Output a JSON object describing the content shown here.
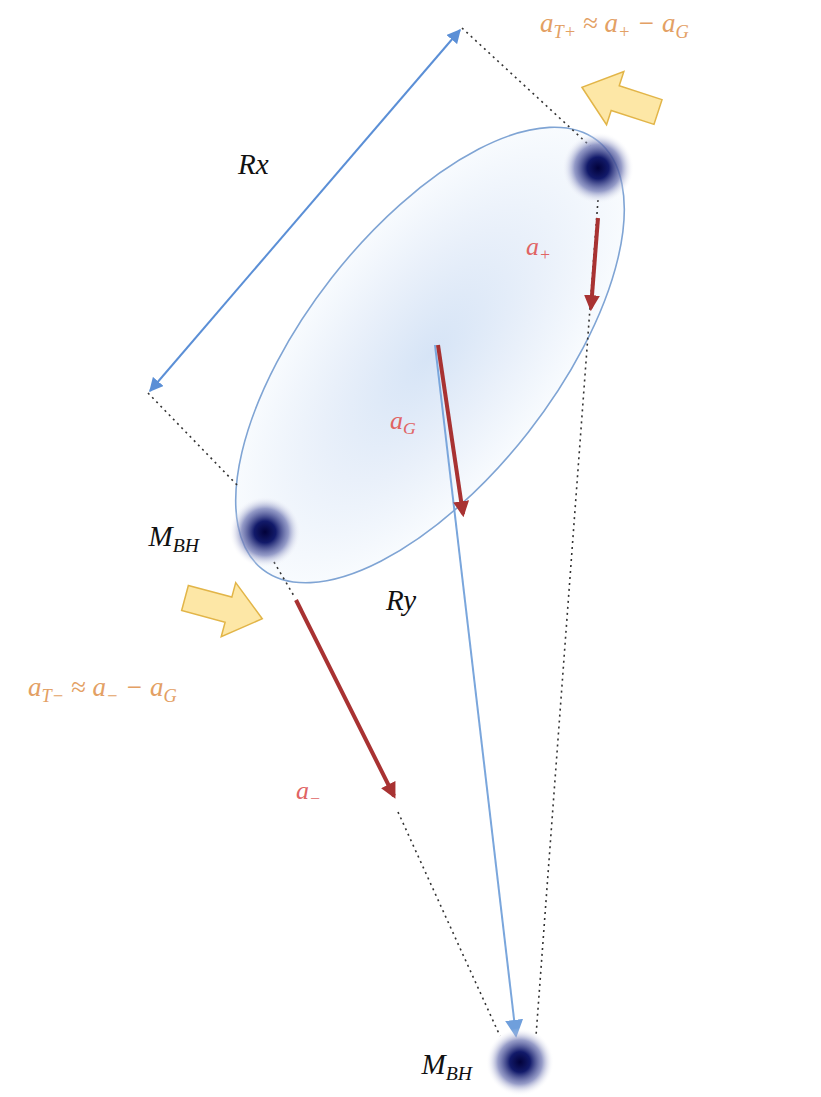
{
  "diagram": {
    "nodes": [
      {
        "text": [
          "MBH"
        ]
      },
      {
        "text": [
          "MBH"
        ]
      }
    ],
    "labels": [
      "aT+ ≈ a+ − aG",
      "Rx",
      "a+",
      "aG",
      "Ry",
      "aT− ≈ a− − aG",
      "a−"
    ]
  }
}
